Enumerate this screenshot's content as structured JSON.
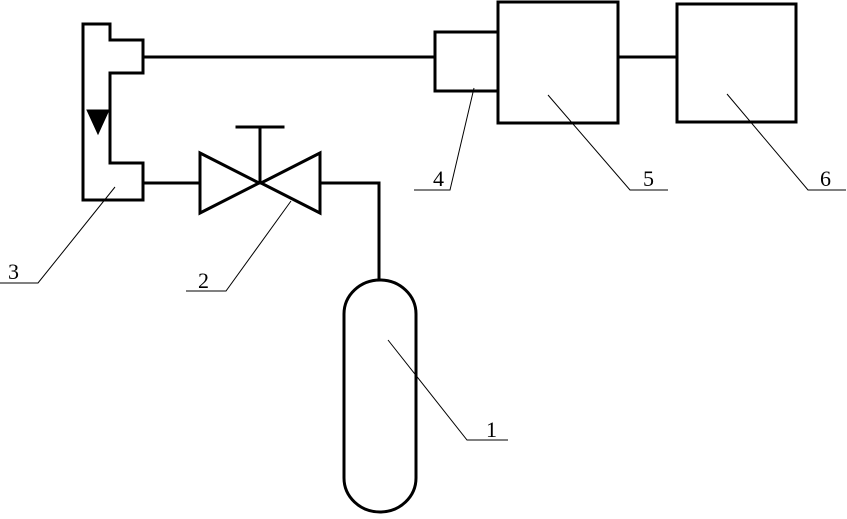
{
  "diagram": {
    "labels": {
      "cylinder": "1",
      "valve": "2",
      "flowmeter": "3",
      "connector": "4",
      "unit_5": "5",
      "unit_6": "6"
    }
  }
}
